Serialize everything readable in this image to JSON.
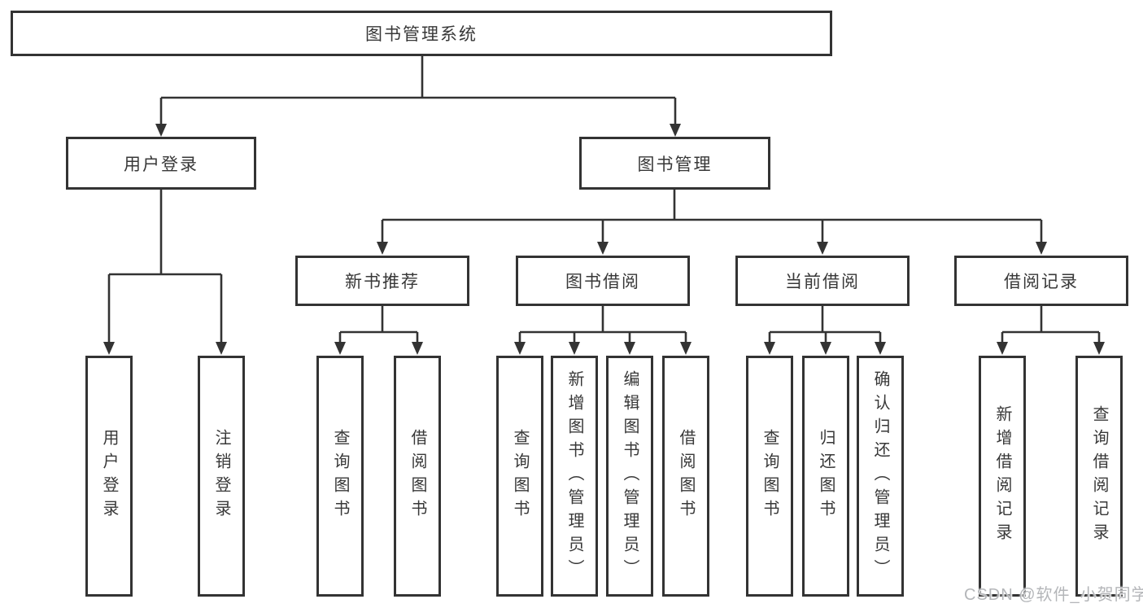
{
  "diagram": {
    "type": "hierarchy",
    "root": "图书管理系统",
    "level2": [
      "用户登录",
      "图书管理"
    ],
    "level3": [
      "新书推荐",
      "图书借阅",
      "当前借阅",
      "借阅记录"
    ],
    "leaves": {
      "user_login": [
        "用户登录",
        "注销登录"
      ],
      "new_book_recommend": [
        "查询图书",
        "借阅图书"
      ],
      "book_borrow": [
        "查询图书",
        "新增图书（管理员）",
        "编辑图书（管理员）",
        "借阅图书"
      ],
      "current_borrow": [
        "查询图书",
        "归还图书",
        "确认归还（管理员）"
      ],
      "borrow_records": [
        "新增借阅记录",
        "查询借阅记录"
      ]
    },
    "colors": {
      "line": "#333333",
      "box_border": "#333333",
      "text": "#383838",
      "background": "#ffffff",
      "watermark": "#b4b6b9"
    },
    "watermark": "CSDN @软件_小贺同学"
  }
}
